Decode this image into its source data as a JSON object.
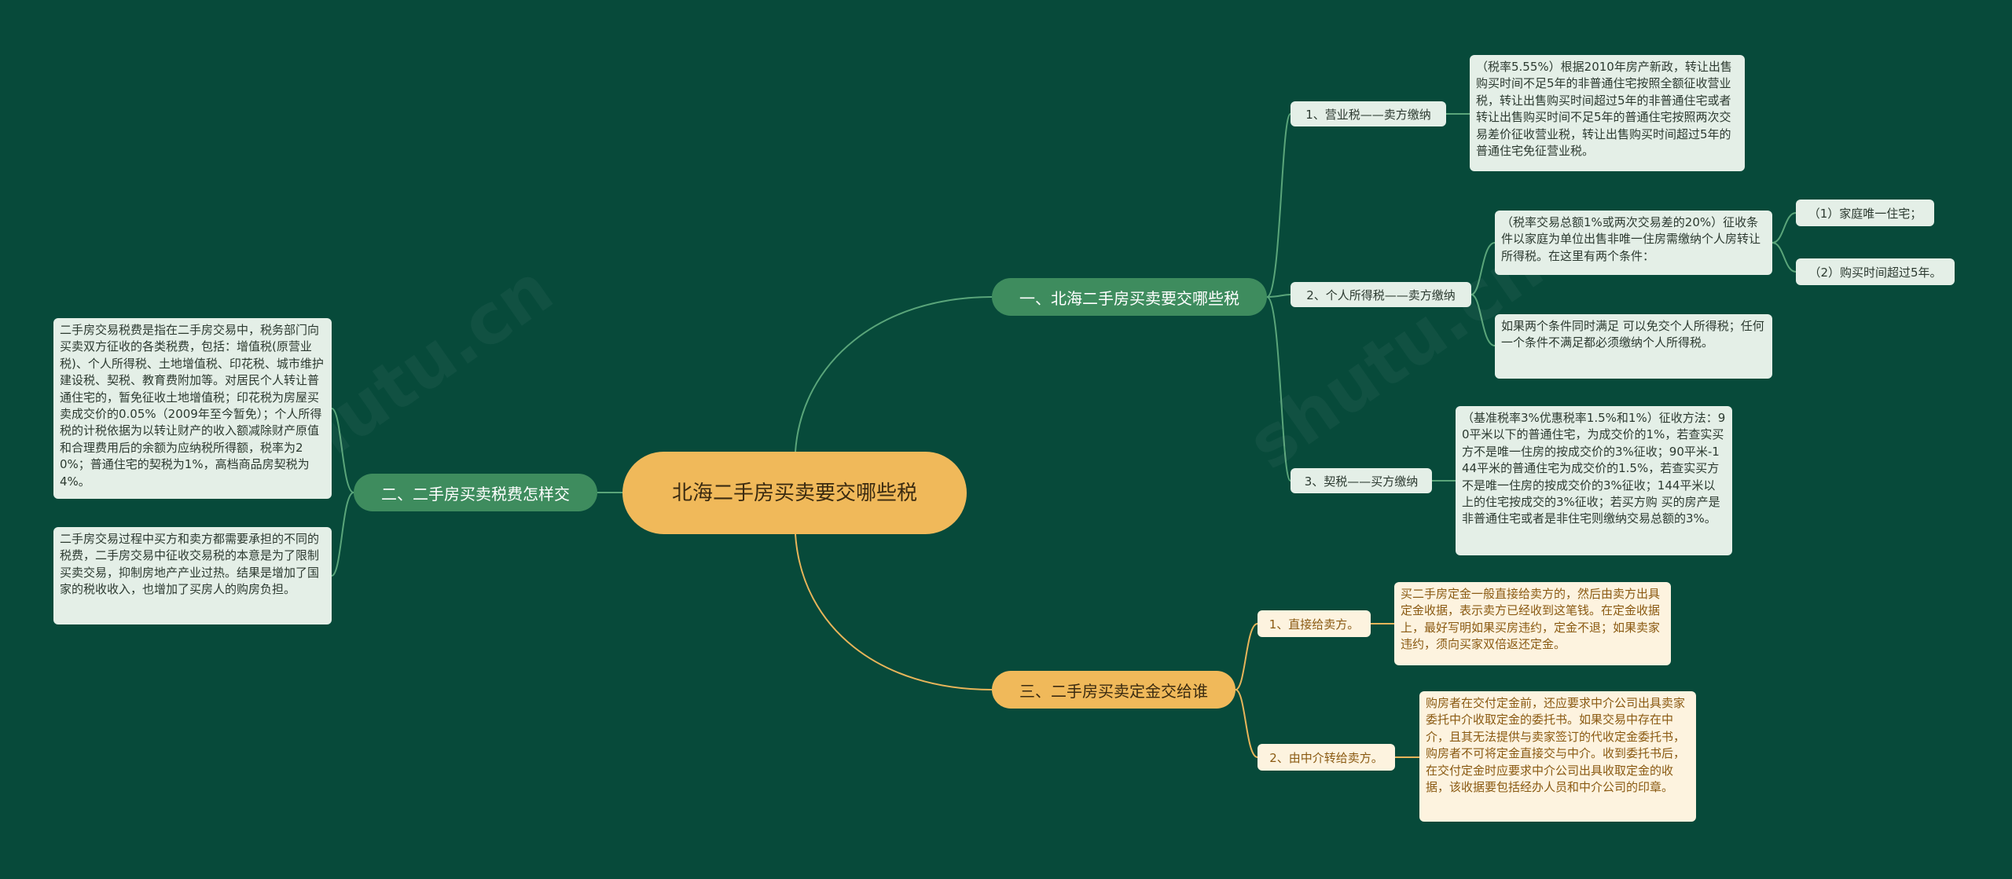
{
  "colors": {
    "background": "#074a3a",
    "root": "#f0b95a",
    "branch_green": "#3e8c5e",
    "branch_gold": "#f0b95a",
    "line_green": "#5aa57a",
    "line_gold": "#e8b55a"
  },
  "root": {
    "title": "北海二手房买卖要交哪些税"
  },
  "branch1": {
    "label": "一、北海二手房买卖要交哪些税",
    "sub1": {
      "label": "1、营业税——卖方缴纳",
      "detail": "（税率5.55%）根据2010年房产新政，转让出售购买时间不足5年的非普通住宅按照全额征收营业税，转让出售购买时间超过5年的非普通住宅或者转让出售购买时间不足5年的普通住宅按照两次交易差价征收营业税，转让出售购买时间超过5年的普通住宅免征营业税。"
    },
    "sub2": {
      "label": "2、个人所得税——卖方缴纳",
      "detail1": "（税率交易总额1%或两次交易差的20%）征收条件以家庭为单位出售非唯一住房需缴纳个人房转让所得税。在这里有两个条件：",
      "cond1": "（1）家庭唯一住宅；",
      "cond2": "（2）购买时间超过5年。",
      "detail2": "如果两个条件同时满足 可以免交个人所得税；任何一个条件不满足都必须缴纳个人所得税。"
    },
    "sub3": {
      "label": "3、契税——买方缴纳",
      "detail": "（基准税率3%优惠税率1.5%和1%）征收方法：90平米以下的普通住宅，为成交价的1%，若查实买方不是唯一住房的按成交价的3%征收；90平米-144平米的普通住宅为成交价的1.5%，若查实买方不是唯一住房的按成交价的3%征收；144平米以上的住宅按成交的3%征收；若买方购 买的房产是非普通住宅或者是非住宅则缴纳交易总额的3%。"
    }
  },
  "branch2": {
    "label": "二、二手房买卖税费怎样交",
    "detail1": "二手房交易税费是指在二手房交易中，税务部门向买卖双方征收的各类税费，包括：增值税(原营业税)、个人所得税、土地增值税、印花税、城市维护建设税、契税、教育费附加等。对居民个人转让普通住宅的，暂免征收土地增值税；印花税为房屋买卖成交价的0.05%（2009年至今暂免）；个人所得税的计税依据为以转让财产的收入额减除财产原值和合理费用后的余额为应纳税所得额，税率为20%；普通住宅的契税为1%，高档商品房契税为4%。",
    "detail2": "二手房交易过程中买方和卖方都需要承担的不同的税费，二手房交易中征收交易税的本意是为了限制买卖交易，抑制房地产产业过热。结果是增加了国家的税收收入，也增加了买房人的购房负担。"
  },
  "branch3": {
    "label": "三、二手房买卖定金交给谁",
    "sub1": {
      "label": "1、直接给卖方。",
      "detail": "买二手房定金一般直接给卖方的，然后由卖方出具定金收据，表示卖方已经收到这笔钱。在定金收据上，最好写明如果买房违约，定金不退；如果卖家违约，须向买家双倍返还定金。"
    },
    "sub2": {
      "label": "2、由中介转给卖方。",
      "detail": "购房者在交付定金前，还应要求中介公司出具卖家委托中介收取定金的委托书。如果交易中存在中介，且其无法提供与卖家签订的代收定金委托书，购房者不可将定金直接交与中介。收到委托书后，在交付定金时应要求中介公司出具收取定金的收据，该收据要包括经办人员和中介公司的印章。"
    }
  }
}
